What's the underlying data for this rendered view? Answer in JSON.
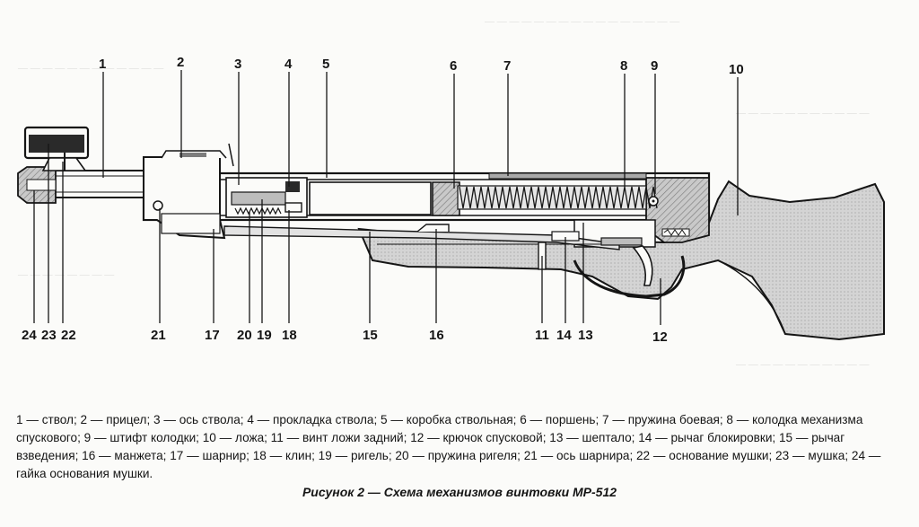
{
  "callouts": [
    {
      "id": "1",
      "n": "1"
    },
    {
      "id": "2",
      "n": "2"
    },
    {
      "id": "3",
      "n": "3"
    },
    {
      "id": "4",
      "n": "4"
    },
    {
      "id": "5",
      "n": "5"
    },
    {
      "id": "6",
      "n": "6"
    },
    {
      "id": "7",
      "n": "7"
    },
    {
      "id": "8",
      "n": "8"
    },
    {
      "id": "9",
      "n": "9"
    },
    {
      "id": "10",
      "n": "10"
    },
    {
      "id": "24",
      "n": "24"
    },
    {
      "id": "23",
      "n": "23"
    },
    {
      "id": "22",
      "n": "22"
    },
    {
      "id": "21",
      "n": "21"
    },
    {
      "id": "17",
      "n": "17"
    },
    {
      "id": "20",
      "n": "20"
    },
    {
      "id": "19",
      "n": "19"
    },
    {
      "id": "18",
      "n": "18"
    },
    {
      "id": "15",
      "n": "15"
    },
    {
      "id": "16",
      "n": "16"
    },
    {
      "id": "11",
      "n": "11"
    },
    {
      "id": "14",
      "n": "14"
    },
    {
      "id": "13",
      "n": "13"
    },
    {
      "id": "12",
      "n": "12"
    }
  ],
  "legend": "1 — ствол; 2 — прицел; 3 — ось ствола; 4 — прокладка ствола; 5 — коробка ствольная; 6 — поршень; 7 — пружина боевая; 8 — колодка механизма спускового; 9 — штифт колодки; 10 — ложа; 11 — винт ложи задний; 12 — крючок спусковой; 13 — шептало; 14 — рычаг блокировки; 15 — рычаг взведения; 16 — манжета; 17 — шарнир; 18 — клин; 19 — ригель; 20 — пружина ригеля; 21 — ось шарнира; 22 — основание мушки; 23 — мушка; 24 — гайка основания мушки.",
  "figure_title": "Рисунок 2 — Схема механизмов винтовки МР-512",
  "colors": {
    "ink": "#151515",
    "shade": "#9a9a9a",
    "stock": "#d2d2d2",
    "paper": "#fbfbf9"
  }
}
